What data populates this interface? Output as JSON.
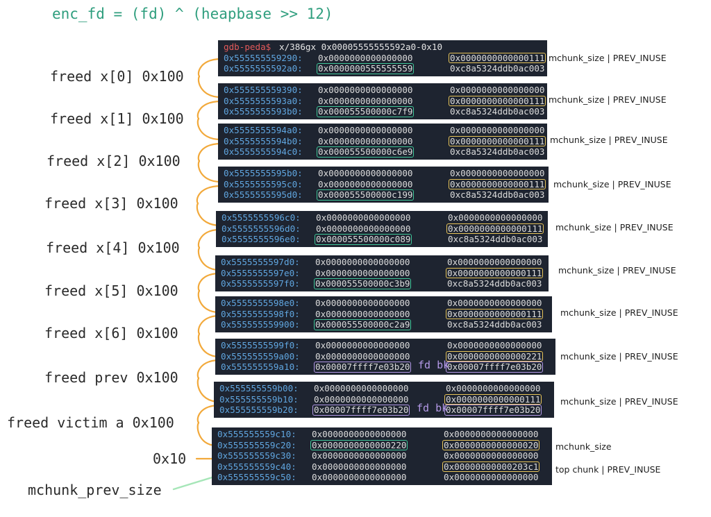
{
  "formula": "enc_fd = (fd) ^ (heapbase >> 12)",
  "prompt": {
    "user": "gdb-peda$",
    "command": "x/386gx 0x00005555555592a0-0x10"
  },
  "left_labels": [
    "freed x[0] 0x100",
    "freed x[1] 0x100",
    "freed x[2] 0x100",
    "freed x[3] 0x100",
    "freed x[4] 0x100",
    "freed x[5] 0x100",
    "freed x[6] 0x100",
    "freed prev 0x100",
    "freed victim a 0x100",
    "0x10",
    "mchunk_prev_size"
  ],
  "right_labels": [
    "mchunk_size | PREV_INUSE",
    "mchunk_size | PREV_INUSE",
    "mchunk_size | PREV_INUSE",
    "mchunk_size | PREV_INUSE",
    "mchunk_size | PREV_INUSE",
    "mchunk_size | PREV_INUSE",
    "mchunk_size | PREV_INUSE",
    "mchunk_size | PREV_INUSE",
    "mchunk_size | PREV_INUSE",
    "mchunk_size",
    "top chunk | PREV_INUSE"
  ],
  "fd_bk_label": "fd bk",
  "blocks": [
    {
      "rows": [
        {
          "addr": "0x555555559290:",
          "v1": "0x0000000000000000",
          "v2": "0x0000000000000111",
          "h2": "yellow"
        },
        {
          "addr": "0x5555555592a0:",
          "v1": "0x0000000555555559",
          "v2": "0xc8a5324ddb0ac003",
          "h1": "green"
        }
      ]
    },
    {
      "rows": [
        {
          "addr": "0x555555559390:",
          "v1": "0x0000000000000000",
          "v2": "0x0000000000000000"
        },
        {
          "addr": "0x5555555593a0:",
          "v1": "0x0000000000000000",
          "v2": "0x0000000000000111",
          "h2": "yellow"
        },
        {
          "addr": "0x5555555593b0:",
          "v1": "0x000055500000c7f9",
          "v2": "0xc8a5324ddb0ac003",
          "h1": "green"
        }
      ]
    },
    {
      "rows": [
        {
          "addr": "0x5555555594a0:",
          "v1": "0x0000000000000000",
          "v2": "0x0000000000000000"
        },
        {
          "addr": "0x5555555594b0:",
          "v1": "0x0000000000000000",
          "v2": "0x0000000000000111",
          "h2": "yellow"
        },
        {
          "addr": "0x5555555594c0:",
          "v1": "0x000055500000c6e9",
          "v2": "0xc8a5324ddb0ac003",
          "h1": "green"
        }
      ]
    },
    {
      "rows": [
        {
          "addr": "0x5555555595b0:",
          "v1": "0x0000000000000000",
          "v2": "0x0000000000000000"
        },
        {
          "addr": "0x5555555595c0:",
          "v1": "0x0000000000000000",
          "v2": "0x0000000000000111",
          "h2": "yellow"
        },
        {
          "addr": "0x5555555595d0:",
          "v1": "0x000055500000c199",
          "v2": "0xc8a5324ddb0ac003",
          "h1": "green"
        }
      ]
    },
    {
      "rows": [
        {
          "addr": "0x5555555596c0:",
          "v1": "0x0000000000000000",
          "v2": "0x0000000000000000"
        },
        {
          "addr": "0x5555555596d0:",
          "v1": "0x0000000000000000",
          "v2": "0x0000000000000111",
          "h2": "yellow"
        },
        {
          "addr": "0x5555555596e0:",
          "v1": "0x000055500000c089",
          "v2": "0xc8a5324ddb0ac003",
          "h1": "green"
        }
      ]
    },
    {
      "rows": [
        {
          "addr": "0x5555555597d0:",
          "v1": "0x0000000000000000",
          "v2": "0x0000000000000000"
        },
        {
          "addr": "0x5555555597e0:",
          "v1": "0x0000000000000000",
          "v2": "0x0000000000000111",
          "h2": "yellow"
        },
        {
          "addr": "0x5555555597f0:",
          "v1": "0x000055500000c3b9",
          "v2": "0xc8a5324ddb0ac003",
          "h1": "green"
        }
      ]
    },
    {
      "rows": [
        {
          "addr": "0x5555555598e0:",
          "v1": "0x0000000000000000",
          "v2": "0x0000000000000000"
        },
        {
          "addr": "0x5555555598f0:",
          "v1": "0x0000000000000000",
          "v2": "0x0000000000000111",
          "h2": "yellow"
        },
        {
          "addr": "0x555555559900:",
          "v1": "0x000055500000c2a9",
          "v2": "0xc8a5324ddb0ac003",
          "h1": "green"
        }
      ]
    },
    {
      "rows": [
        {
          "addr": "0x5555555599f0:",
          "v1": "0x0000000000000000",
          "v2": "0x0000000000000000"
        },
        {
          "addr": "0x555555559a00:",
          "v1": "0x0000000000000000",
          "v2": "0x0000000000000221",
          "h2": "yellow"
        },
        {
          "addr": "0x555555559a10:",
          "v1": "0x00007ffff7e03b20",
          "v2": "0x00007ffff7e03b20",
          "h1": "purple",
          "h2": "purple",
          "fdbk": true
        }
      ]
    },
    {
      "rows": [
        {
          "addr": "0x555555559b00:",
          "v1": "0x0000000000000000",
          "v2": "0x0000000000000000"
        },
        {
          "addr": "0x555555559b10:",
          "v1": "0x0000000000000000",
          "v2": "0x0000000000000111",
          "h2": "yellow"
        },
        {
          "addr": "0x555555559b20:",
          "v1": "0x00007ffff7e03b20",
          "v2": "0x00007ffff7e03b20",
          "h1": "purple",
          "h2": "purple",
          "fdbk": true
        }
      ]
    },
    {
      "rows": [
        {
          "addr": "0x555555559c10:",
          "v1": "0x0000000000000000",
          "v2": "0x0000000000000000"
        },
        {
          "addr": "0x555555559c20:",
          "v1": "0x0000000000000220",
          "v2": "0x0000000000000020",
          "h1": "green",
          "h2": "yellow"
        },
        {
          "addr": "0x555555559c30:",
          "v1": "0x0000000000000000",
          "v2": "0x0000000000000000"
        },
        {
          "addr": "0x555555559c40:",
          "v1": "0x0000000000000000",
          "v2": "0x00000000000203c1",
          "h2": "yellow"
        },
        {
          "addr": "0x555555559c50:",
          "v1": "0x0000000000000000",
          "v2": "0x0000000000000000"
        }
      ]
    }
  ]
}
